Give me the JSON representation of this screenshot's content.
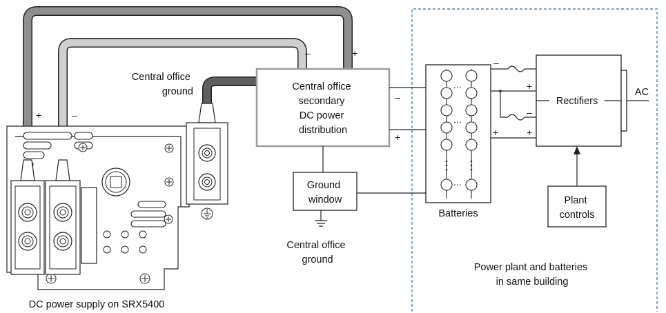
{
  "labels": {
    "central_office_ground_top": [
      "Central office",
      "ground"
    ],
    "distribution": [
      "Central office",
      "secondary",
      "DC power",
      "distribution"
    ],
    "ground_window": [
      "Ground",
      "window"
    ],
    "central_office_ground_bottom": [
      "Central office",
      "ground"
    ],
    "batteries": "Batteries",
    "rectifiers": "Rectifiers",
    "ac": "AC",
    "plant_controls": [
      "Plant",
      "controls"
    ],
    "power_plant": [
      "Power plant and batteries",
      "in same building"
    ],
    "power_supply": "DC power supply on SRX5400",
    "ellipsis": "..."
  },
  "polarity": {
    "plus": "+",
    "minus": "–"
  },
  "colors": {
    "cable_dark": "#5f5f5f",
    "cable_mid": "#8f8f8f",
    "cable_light": "#cfcfcf",
    "boundary": "#4a7fb5",
    "dist_box_border": "#9a9a9a"
  }
}
